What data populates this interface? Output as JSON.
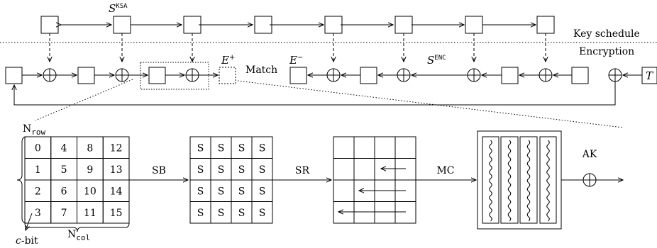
{
  "labels": {
    "s_ksa": "S",
    "s_ksa_sup": "KSA",
    "s_enc": "S",
    "s_enc_sup": "ENC",
    "key_schedule": "Key schedule",
    "encryption": "Encryption",
    "e_plus": "E",
    "e_plus_sup": "+",
    "e_minus": "E",
    "e_minus_sup": "−",
    "match": "Match",
    "t": "T",
    "n_row": "N",
    "n_row_sub": "row",
    "n_col": "N",
    "n_col_sub": "col",
    "c_bit_c": "c",
    "c_bit_rest": "-bit",
    "sb": "SB",
    "sr": "SR",
    "mc": "MC",
    "ak": "AK"
  },
  "state_cells": [
    "0",
    "4",
    "8",
    "12",
    "1",
    "5",
    "9",
    "13",
    "2",
    "6",
    "10",
    "14",
    "3",
    "7",
    "11",
    "15"
  ],
  "sbox_symbol": "S"
}
